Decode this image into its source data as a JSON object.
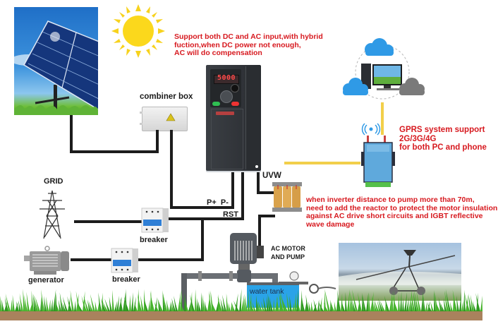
{
  "diagram": {
    "title": "Hybrid DC/AC solar pump inverter system",
    "notes": {
      "hybrid": [
        "Support both DC and AC input,with hybrid",
        "fuction,when DC power not enough,",
        "AC will do compensation"
      ],
      "gprs": [
        "GPRS system support",
        "2G/3G/4G",
        "for both PC and phone"
      ],
      "reactor": [
        "when inverter distance to pump more than 70m,",
        "need to add the reactor to protect the motor insulation",
        "against AC drive short circuits and IGBT reflective",
        "wave damage"
      ]
    },
    "labels": {
      "combiner_box": "combiner box",
      "grid": "GRID",
      "generator": "generator",
      "breaker_grid": "breaker",
      "breaker_generator": "breaker",
      "dc_terminals": "P+  P-",
      "ac_input_terminals": "RST",
      "output_terminals": "UVW",
      "motor": [
        "AC MOTOR",
        "AND PUMP"
      ],
      "water_tank": "water tank",
      "inverter_display": "5000"
    },
    "colors": {
      "note_red": "#d7191f",
      "wire_black": "#1c1c1c",
      "signal_yellow": "#f2cf4a",
      "sky_blue": "#2f86d6",
      "grass_green": "#2f9a1f",
      "soil_brown": "#a9825d",
      "water_blue": "#2aa3e8"
    }
  }
}
